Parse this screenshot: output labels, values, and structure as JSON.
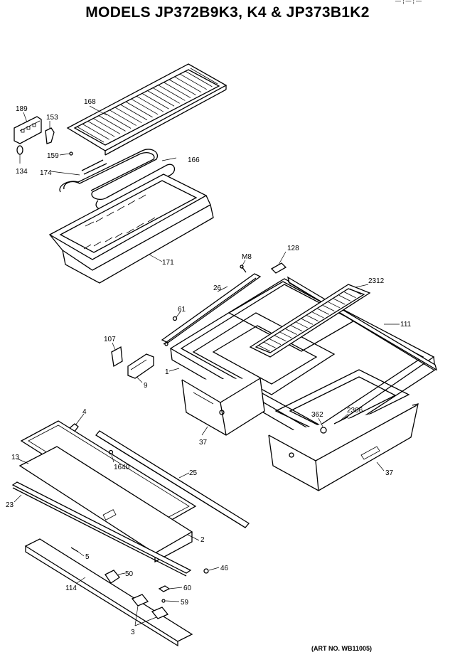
{
  "title": "MODELS JP372B9K3, K4 & JP373B1K2",
  "art_number": "(ART NO. WB11005)",
  "top_marks": "— ¦ — ¦ —",
  "parts": {
    "p189": "189",
    "p153": "153",
    "p168": "168",
    "p159": "159",
    "p166": "166",
    "p134": "134",
    "p174": "174",
    "p171": "171",
    "pM8": "M8",
    "p128": "128",
    "p26": "26",
    "p2312": "2312",
    "p61": "61",
    "p111": "111",
    "p107": "107",
    "p1": "1",
    "p9": "9",
    "p4": "4",
    "p37a": "37",
    "p362": "362",
    "p2306": "2306",
    "p13": "13",
    "p1640": "1640",
    "p25": "25",
    "p37b": "37",
    "p23": "23",
    "p2": "2",
    "p5": "5",
    "p50": "50",
    "p46": "46",
    "p114": "114",
    "p60": "60",
    "p59": "59",
    "p3": "3"
  }
}
